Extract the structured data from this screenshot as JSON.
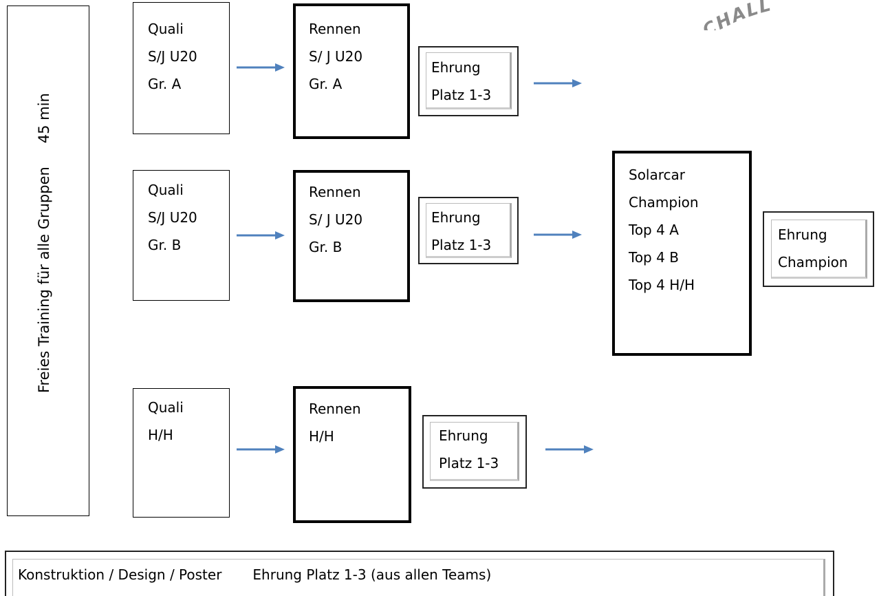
{
  "training": {
    "label": "Freies Training für alle Gruppen",
    "duration": "45 min"
  },
  "rows": [
    {
      "quali": [
        "Quali",
        "S/J U20",
        "Gr. A"
      ],
      "rennen": [
        "Rennen",
        "S/ J U20",
        "Gr. A"
      ],
      "ehrung": [
        "Ehrung",
        "Platz 1-3"
      ]
    },
    {
      "quali": [
        "Quali",
        "S/J U20",
        "Gr. B"
      ],
      "rennen": [
        "Rennen",
        "S/ J U20",
        "Gr. B"
      ],
      "ehrung": [
        "Ehrung",
        "Platz 1-3"
      ]
    },
    {
      "quali": [
        "Quali",
        "H/H"
      ],
      "rennen": [
        "Rennen",
        "H/H"
      ],
      "ehrung": [
        "Ehrung",
        "Platz 1-3"
      ]
    }
  ],
  "champion": {
    "lines": [
      "Solarcar",
      "Champion",
      "Top 4 A",
      "Top 4 B",
      "Top 4 H/H"
    ],
    "ehrung": [
      "Ehrung",
      "Champion"
    ]
  },
  "bottom": {
    "left": "Konstruktion / Design / Poster",
    "right": "Ehrung Platz 1-3  (aus allen Teams)"
  },
  "logo": {
    "text": "CHALL"
  },
  "colors": {
    "arrow": "#4f81bd",
    "border": "#000000"
  }
}
